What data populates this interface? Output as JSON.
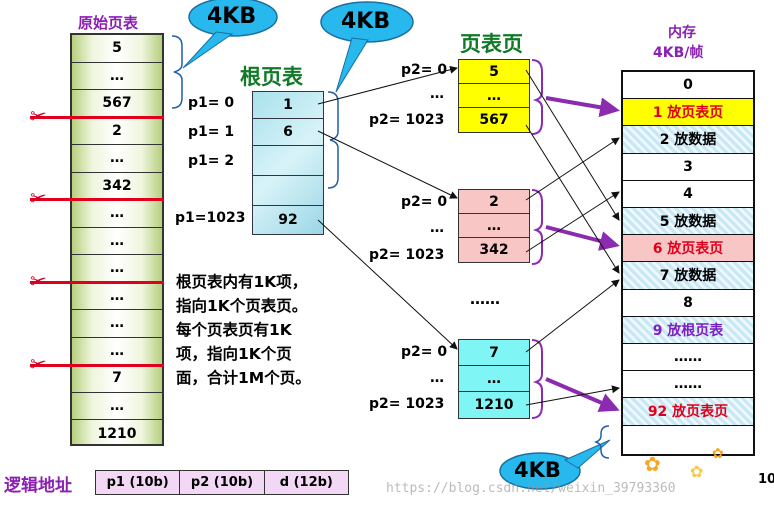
{
  "original_table": {
    "title": "原始页表",
    "cells": [
      "5",
      "…",
      "567",
      "2",
      "…",
      "342",
      "…",
      "…",
      "…",
      "…",
      "…",
      "…",
      "7",
      "…",
      "1210"
    ]
  },
  "bubbles": {
    "b1": "4KB",
    "b2": "4KB",
    "b3": "4KB"
  },
  "root_table": {
    "title": "根页表",
    "cells": [
      "1",
      "6",
      "",
      "",
      "92"
    ],
    "labels": [
      "p1= 0",
      "p1= 1",
      "p1= 2",
      "p1=1023"
    ]
  },
  "page_table_title": "页表页",
  "page_tables": [
    {
      "cells": [
        "5",
        "…",
        "567"
      ],
      "labels": [
        "p2= 0",
        "…",
        "p2= 1023"
      ],
      "color": "#ffff00"
    },
    {
      "cells": [
        "2",
        "…",
        "342"
      ],
      "labels": [
        "p2= 0",
        "…",
        "p2= 1023"
      ],
      "color": "#f9c6c6"
    },
    {
      "cells": [
        "7",
        "…",
        "1210"
      ],
      "labels": [
        "p2= 0",
        "…",
        "p2= 1023"
      ],
      "color": "#7ff5f5"
    }
  ],
  "ellipsis_mid": "……",
  "memory": {
    "title_line1": "内存",
    "title_line2": "4KB/帧",
    "cells": [
      "0",
      "1 放页表页",
      "2 放数据",
      "3",
      "4",
      "5 放数据",
      "6 放页表页",
      "7 放数据",
      "8",
      "9 放根页表",
      "……",
      "……",
      "92 放页表页",
      ""
    ]
  },
  "description": "根页表内有1K项，指向1K个页表页。每个页表页有1K项，指向1K个页面，合计1M个页。",
  "desc_lines": [
    "根页表内有1K项，",
    "指向1K个页表页。",
    "每个页表页有1K",
    "项，指向1K个页",
    "面，合计1M个页。"
  ],
  "logical_address": {
    "label": "逻辑地址",
    "fields": [
      "p1 (10b)",
      "p2 (10b)",
      "d (12b)"
    ]
  },
  "watermark": "https://blog.csdn.net/weixin_39793360",
  "page_number": "10",
  "colors": {
    "arrow_purple": "#8a2bb0",
    "title_green": "#107a26",
    "memory_title": "#8a1fb0",
    "red_text": "#e0001b",
    "purple_text": "#7b1fc0"
  }
}
